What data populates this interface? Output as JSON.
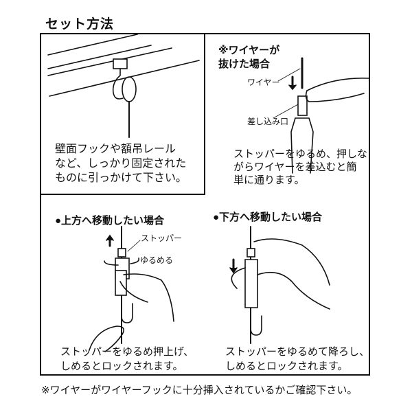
{
  "title": "セット方法",
  "panel_wall": {
    "text": "壁面フックや額吊レール\nなど、しっかり固定された\nものに引っかけて下さい。"
  },
  "panel_wire_out": {
    "heading": "※ワイヤーが\n抜けた場合",
    "label_wire": "ワイヤー",
    "label_inlet": "差し込み口",
    "text": "ストッパーをゆるめ、押しな\nがらワイヤーを差込むと簡\n単に通ります。"
  },
  "panel_up": {
    "heading": "●上方へ移動したい場合",
    "label_stopper": "ストッパー",
    "label_loosen": "ゆるめる",
    "text": "ストッパーをゆるめ押上げ、\nしめるとロックされます。"
  },
  "panel_down": {
    "heading": "●下方へ移動したい場合",
    "text": "ストッパーをゆるめて降ろし、\nしめるとロックされます。"
  },
  "footer_note": "※ワイヤーがワイヤーフックに十分挿入されているかご確認下さい。"
}
